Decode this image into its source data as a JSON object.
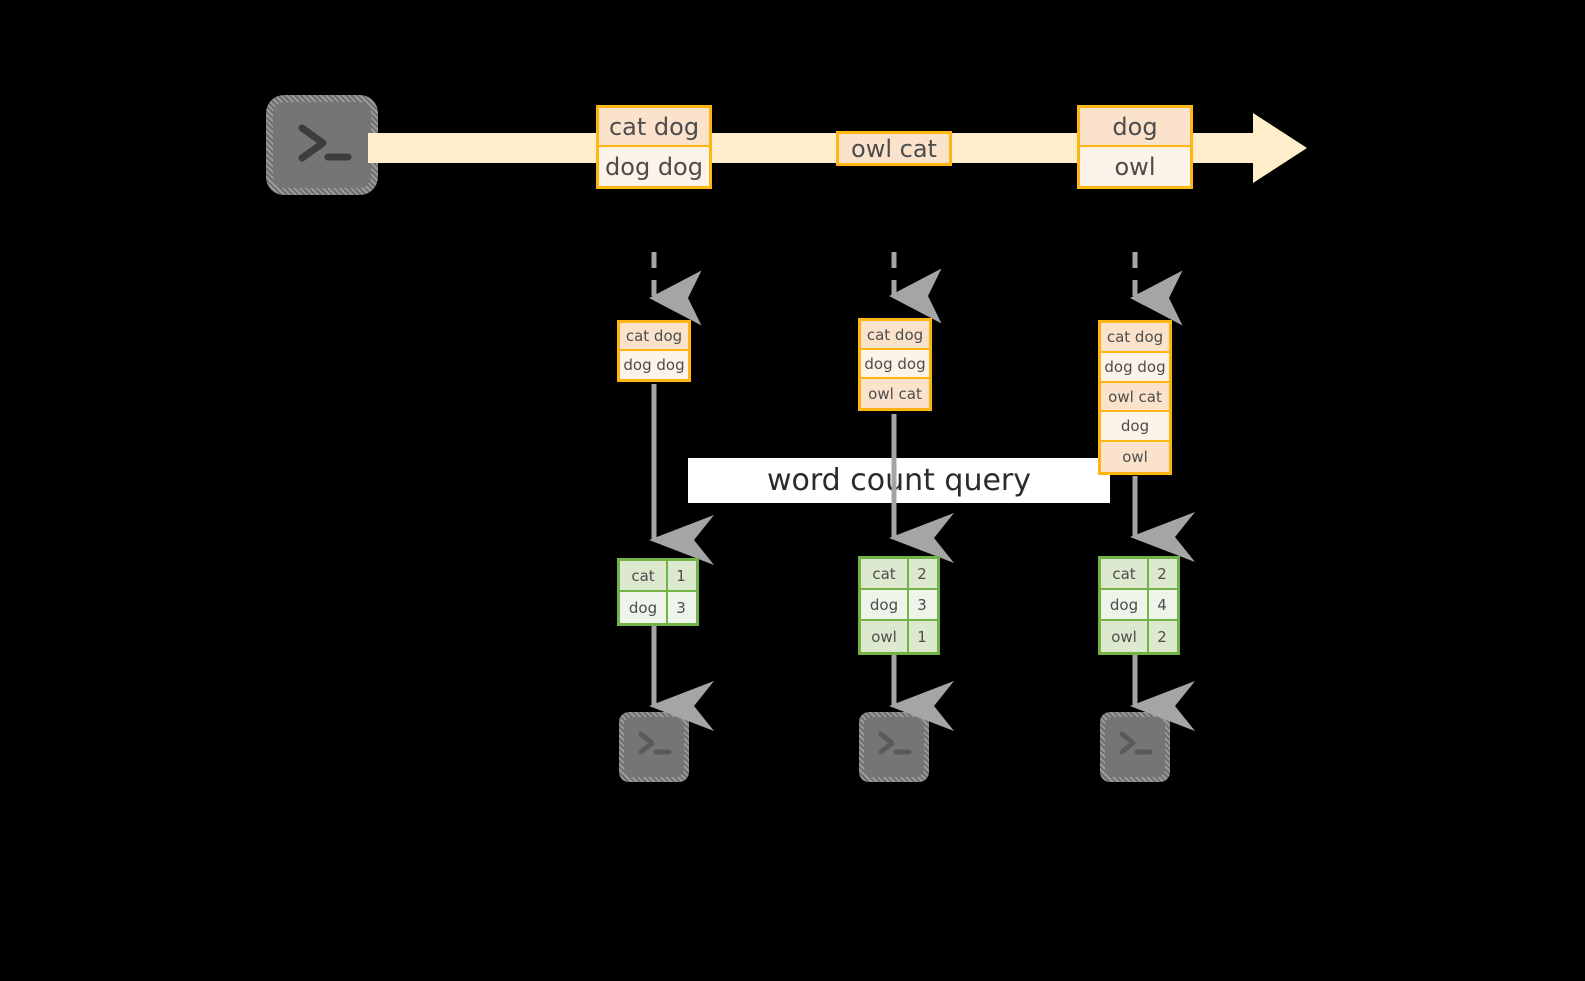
{
  "diagram": {
    "title_label": "word count query",
    "colors": {
      "background": "#000000",
      "stream_band": "#ffeec9",
      "box_border": "#ffb612",
      "box_shade": "#fae2cb",
      "box_light": "#fdf3e8",
      "table_border": "#71b345",
      "table_shade": "#dce9ce",
      "table_light": "#eef4e9",
      "arrow_gray": "#a5a5a5",
      "terminal_fill": "#757575",
      "query_band": "#ffffff"
    }
  },
  "source": {
    "icon": "terminal-icon",
    "label": ""
  },
  "stream": {
    "direction": "left-to-right",
    "arrow_icon": "arrow-right-icon",
    "events": [
      {
        "rows": [
          {
            "text": "cat dog",
            "shade": true
          },
          {
            "text": "dog dog",
            "shade": false
          }
        ]
      },
      {
        "rows": [
          {
            "text": "owl cat",
            "shade": true
          }
        ]
      },
      {
        "rows": [
          {
            "text": "dog",
            "shade": true
          },
          {
            "text": "owl",
            "shade": false
          }
        ]
      }
    ]
  },
  "snapshots": [
    {
      "accumulator": {
        "rows": [
          {
            "text": "cat dog",
            "shade": true
          },
          {
            "text": "dog dog",
            "shade": false
          }
        ]
      },
      "result": {
        "rows": [
          {
            "word": "cat",
            "count": "1",
            "shade": true
          },
          {
            "word": "dog",
            "count": "3",
            "shade": false
          }
        ]
      },
      "sink": {
        "icon": "terminal-icon"
      }
    },
    {
      "accumulator": {
        "rows": [
          {
            "text": "cat dog",
            "shade": true
          },
          {
            "text": "dog dog",
            "shade": false
          },
          {
            "text": "owl cat",
            "shade": true
          }
        ]
      },
      "result": {
        "rows": [
          {
            "word": "cat",
            "count": "2",
            "shade": true
          },
          {
            "word": "dog",
            "count": "3",
            "shade": false
          },
          {
            "word": "owl",
            "count": "1",
            "shade": true
          }
        ]
      },
      "sink": {
        "icon": "terminal-icon"
      }
    },
    {
      "accumulator": {
        "rows": [
          {
            "text": "cat dog",
            "shade": true
          },
          {
            "text": "dog dog",
            "shade": false
          },
          {
            "text": "owl cat",
            "shade": true
          },
          {
            "text": "dog",
            "shade": false
          },
          {
            "text": "owl",
            "shade": true
          }
        ]
      },
      "result": {
        "rows": [
          {
            "word": "cat",
            "count": "2",
            "shade": true
          },
          {
            "word": "dog",
            "count": "4",
            "shade": false
          },
          {
            "word": "owl",
            "count": "2",
            "shade": true
          }
        ]
      },
      "sink": {
        "icon": "terminal-icon"
      }
    }
  ]
}
